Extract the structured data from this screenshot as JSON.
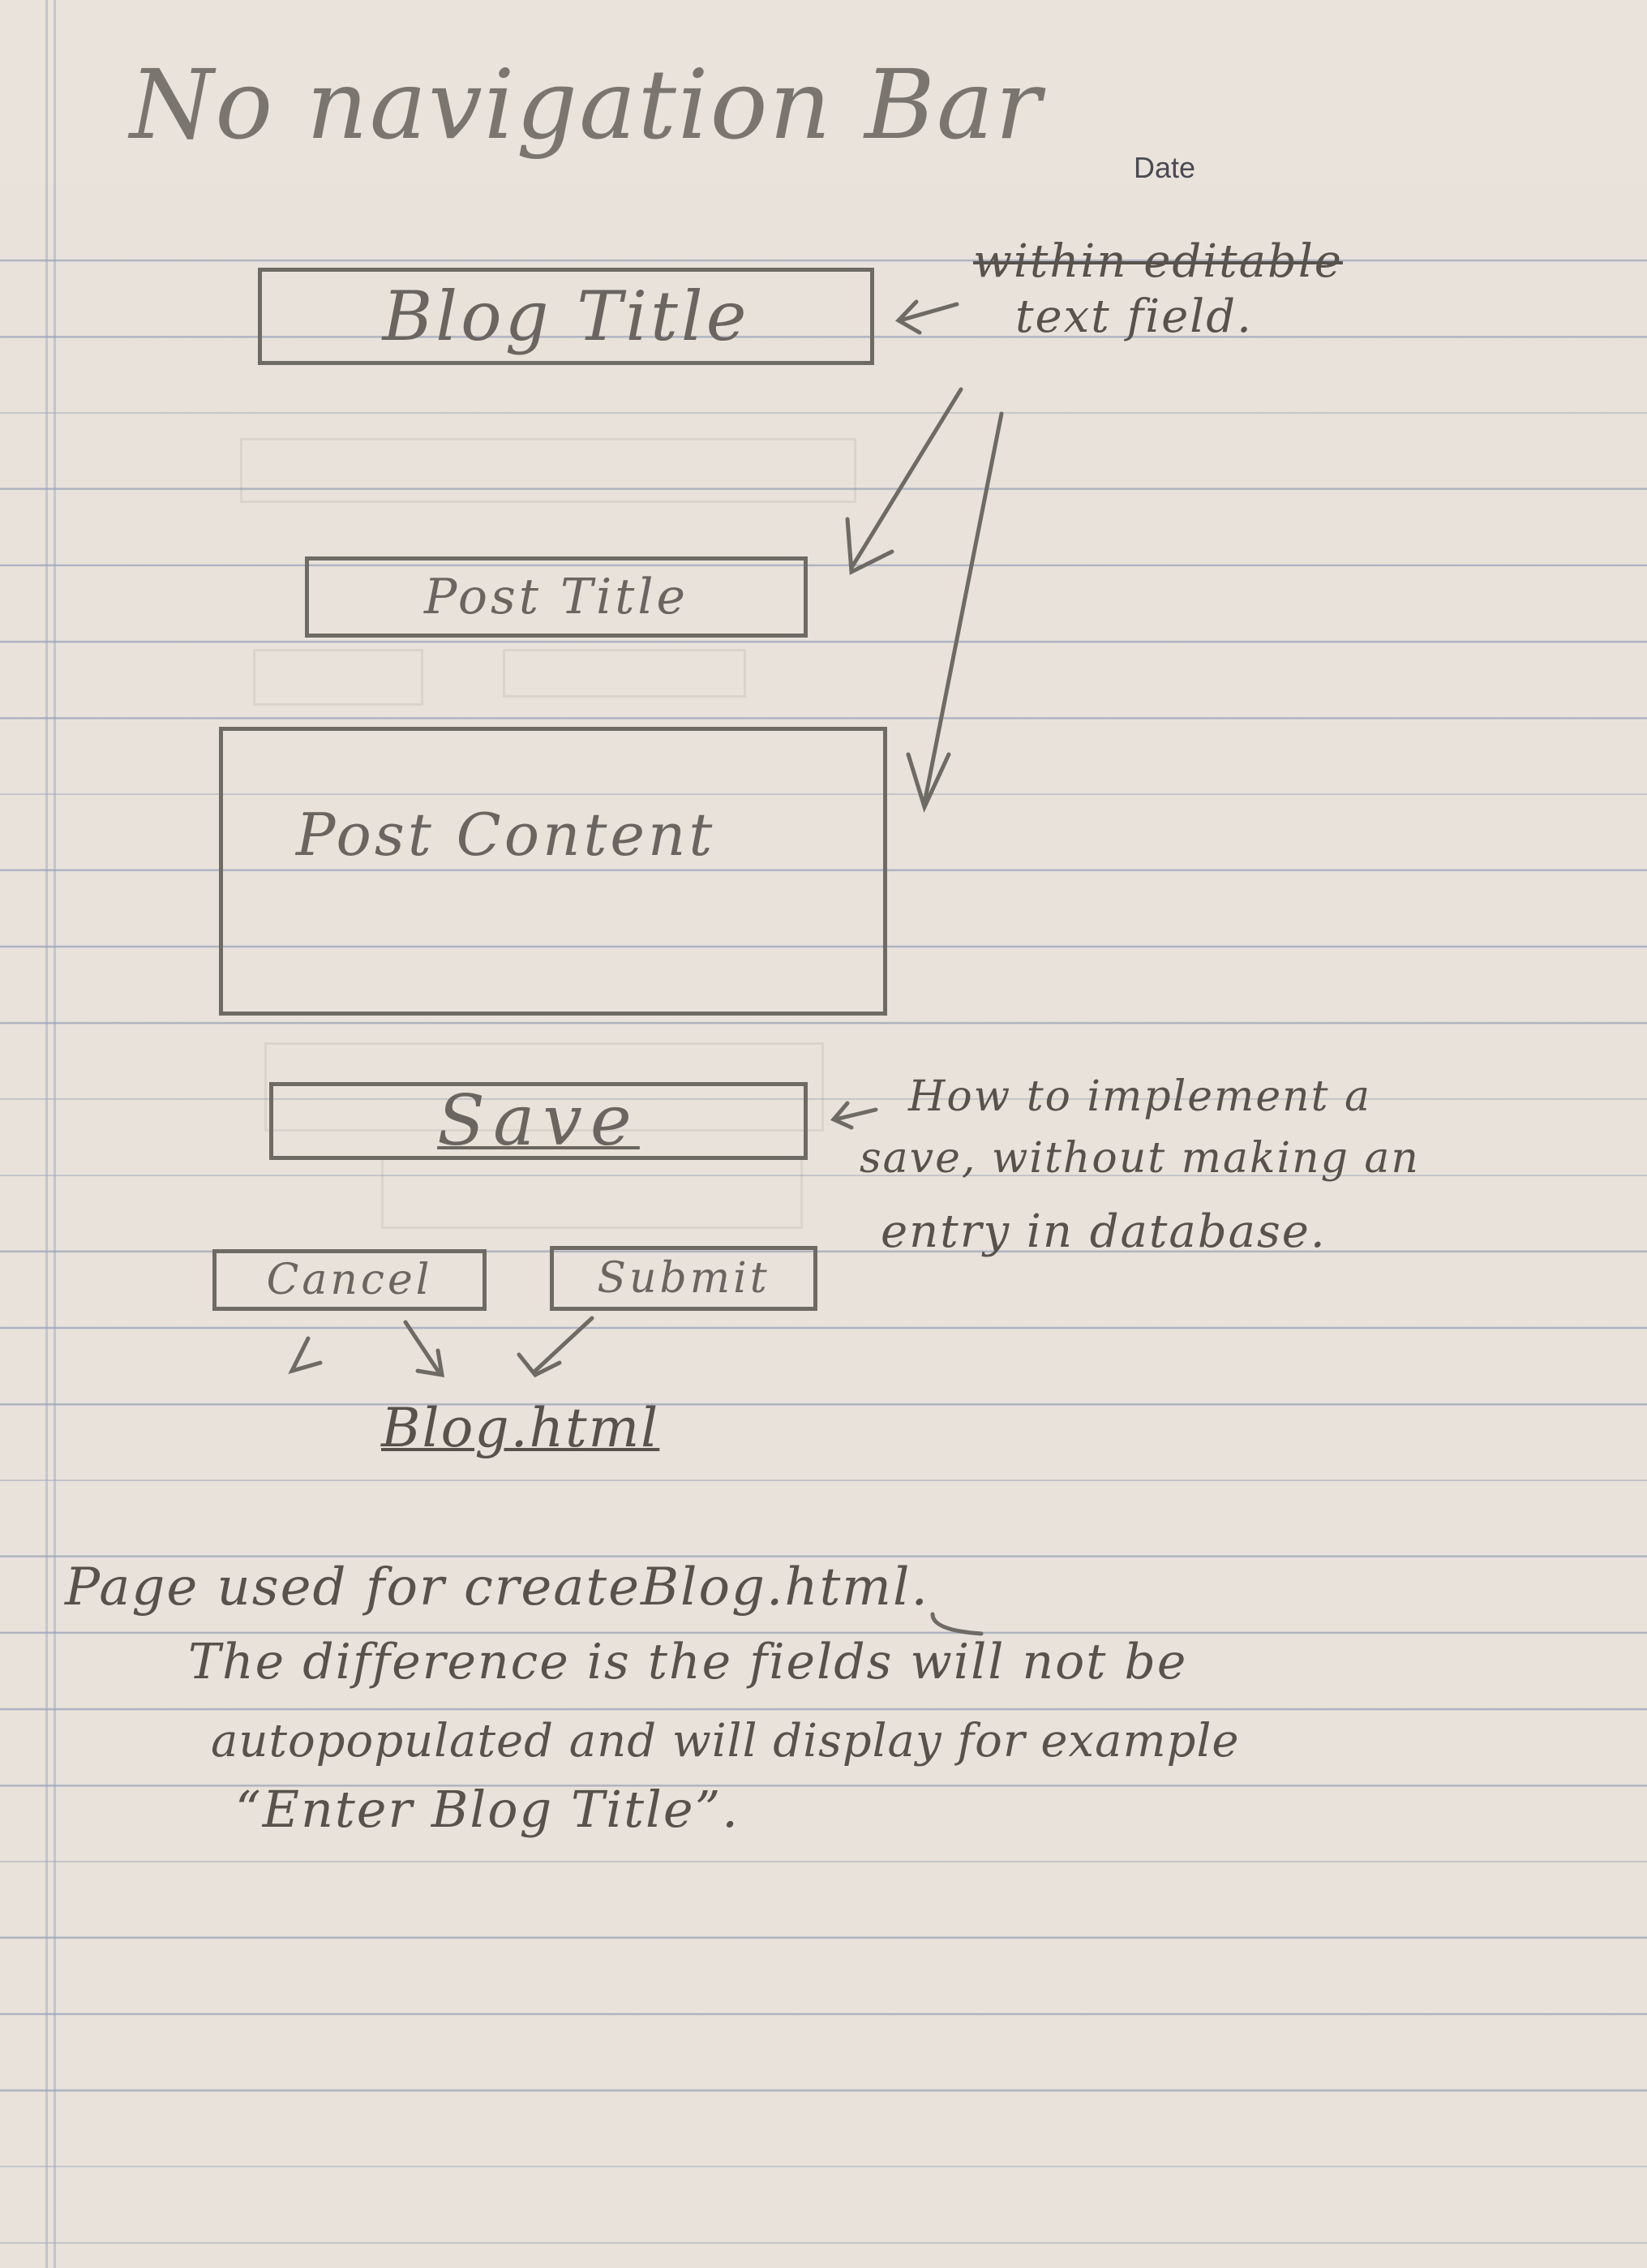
{
  "header": {
    "heading": "No navigation Bar",
    "date_label": "Date"
  },
  "form": {
    "blog_title": "Blog   Title",
    "post_title": "Post  Title",
    "post_content": "Post Content",
    "save_label": "Save",
    "cancel_label": "Cancel",
    "submit_label": "Submit",
    "destination": "Blog.html"
  },
  "annotations": {
    "field_note_struck": "within editable",
    "field_note": "text field.",
    "save_note_line1": "How to implement a",
    "save_note_line2": "save, without making an",
    "save_note_line3": "entry in database."
  },
  "notes": {
    "line1": "Page used for createBlog.html.",
    "line2": "The difference is the fields will not be",
    "line3": "autopopulated and will display for example",
    "line4": "“Enter Blog Title”."
  }
}
